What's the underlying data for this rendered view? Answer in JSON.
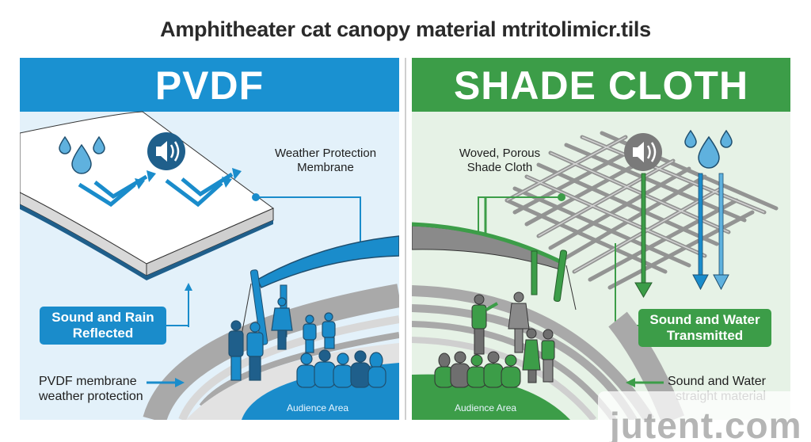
{
  "title": "Amphitheater cat canopy material mtritolimicr.tils",
  "colors": {
    "pvdf_blue": "#1a91d1",
    "dark_blue": "#1f5f8b",
    "shade_green": "#3c9d48",
    "gray": "#8a8a8a"
  },
  "left_panel": {
    "heading": "PVDF",
    "membrane_label_line1": "Weather Protection",
    "membrane_label_line2": "Membrane",
    "callout_line1": "Sound and Rain",
    "callout_line2": "Reflected",
    "side_label_line1": "PVDF membrane",
    "side_label_line2": "weather protection",
    "area_label": "Audience Area",
    "icons": [
      "water-drops-icon",
      "speaker-icon",
      "reflect-arrows-icon"
    ]
  },
  "right_panel": {
    "heading": "SHADE CLOTH",
    "cloth_label_line1": "Woved, Porous",
    "cloth_label_line2": "Shade Cloth",
    "callout_line1": "Sound and Water",
    "callout_line2": "Transmitted",
    "side_label_line1": "Sound and Water",
    "side_label_line2": "straight material",
    "area_label": "Audience Area",
    "icons": [
      "speaker-icon",
      "water-drops-icon",
      "pass-through-arrows-icon"
    ]
  },
  "watermark": "jutent.com"
}
